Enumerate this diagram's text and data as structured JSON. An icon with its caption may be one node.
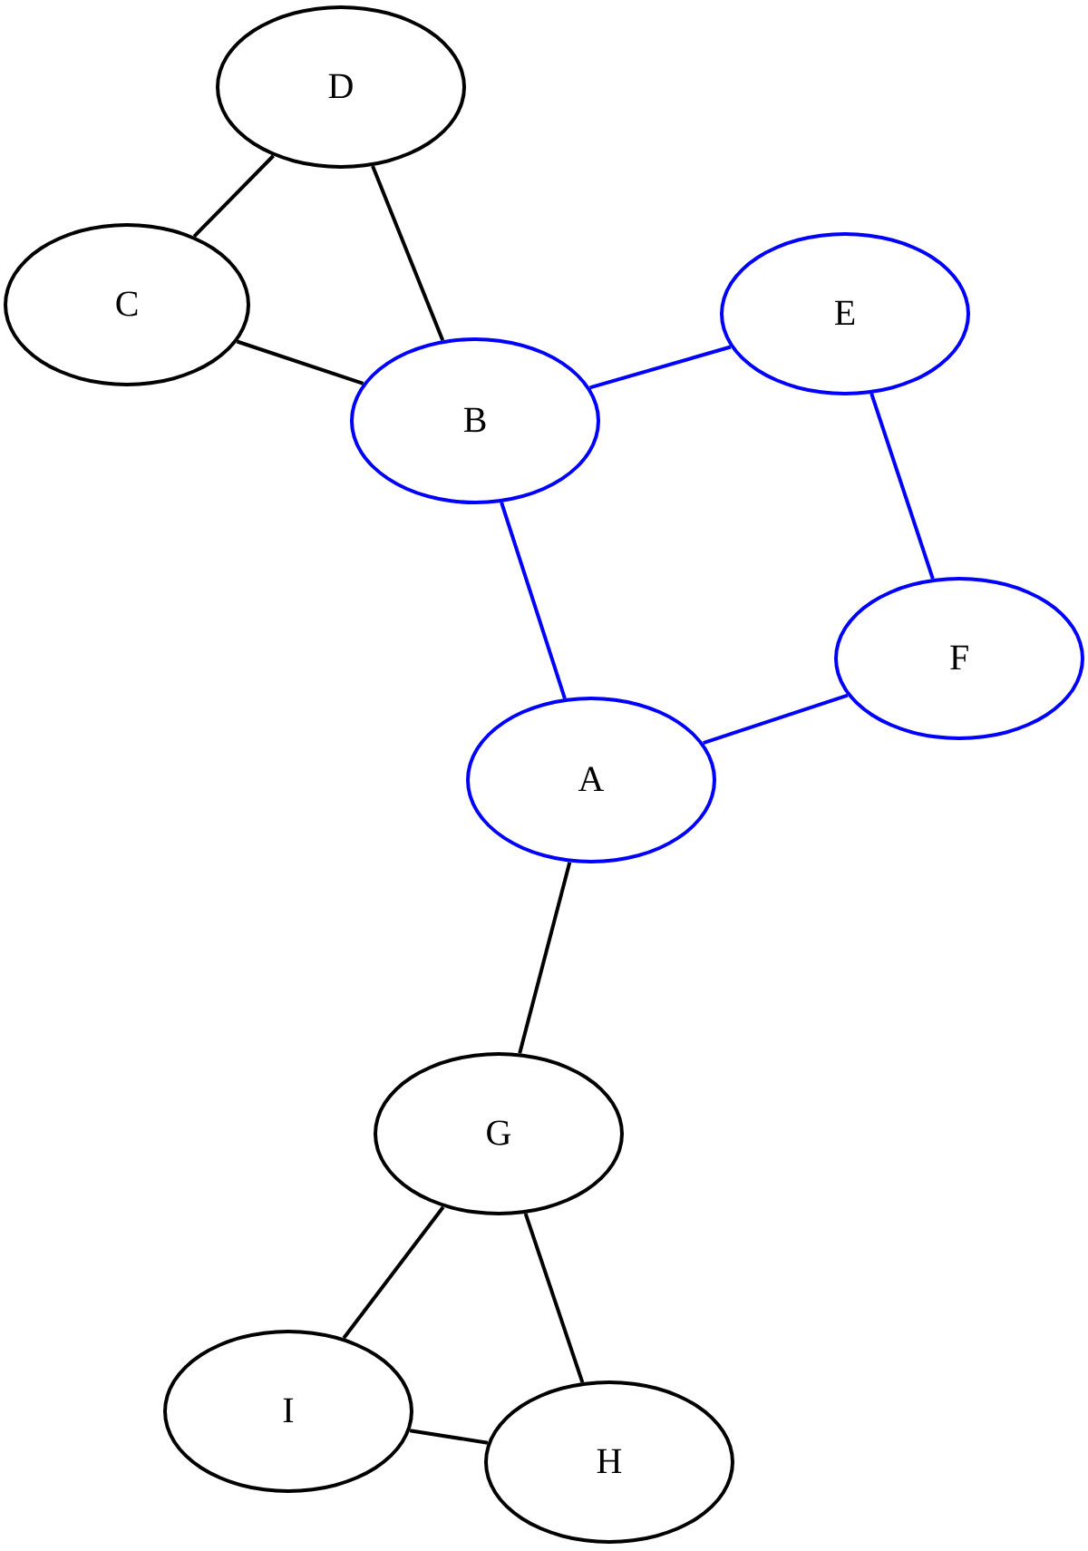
{
  "diagram": {
    "nodes": [
      {
        "text": [
          "D"
        ]
      },
      {
        "text": [
          "C"
        ]
      },
      {
        "text": [
          "E"
        ]
      },
      {
        "text": [
          "B"
        ]
      },
      {
        "text": [
          "F"
        ]
      },
      {
        "text": [
          "A"
        ]
      },
      {
        "text": [
          "G"
        ]
      },
      {
        "text": [
          "I"
        ]
      },
      {
        "text": [
          "H"
        ]
      }
    ],
    "edges": [
      {
        "from": 0,
        "to": 1,
        "arrow": "none"
      },
      {
        "from": 0,
        "to": 3,
        "arrow": "none"
      },
      {
        "from": 1,
        "to": 3,
        "arrow": "none"
      },
      {
        "from": 3,
        "to": 2,
        "arrow": "none",
        "color": "#0000ff"
      },
      {
        "from": 2,
        "to": 4,
        "arrow": "none",
        "color": "#0000ff"
      },
      {
        "from": 3,
        "to": 5,
        "arrow": "none",
        "color": "#0000ff"
      },
      {
        "from": 4,
        "to": 5,
        "arrow": "none",
        "color": "#0000ff"
      },
      {
        "from": 5,
        "to": 6,
        "arrow": "none"
      },
      {
        "from": 6,
        "to": 7,
        "arrow": "none"
      },
      {
        "from": 6,
        "to": 8,
        "arrow": "none"
      },
      {
        "from": 7,
        "to": 8,
        "arrow": "none"
      }
    ]
  }
}
